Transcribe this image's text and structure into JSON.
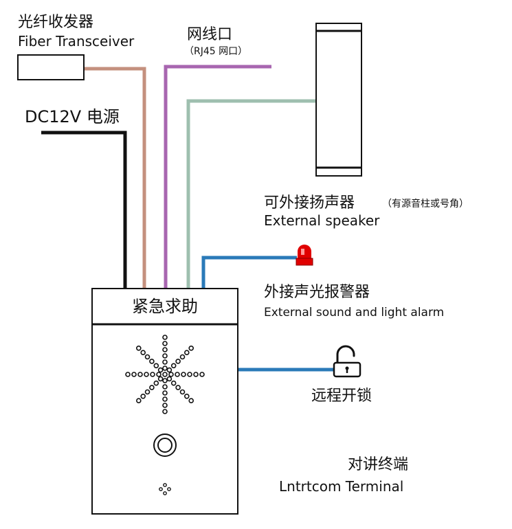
{
  "fiber": {
    "zh": "光纤收发器",
    "en": "Fiber Transceiver"
  },
  "network": {
    "zh": "网线口",
    "note": "（RJ45 网口）"
  },
  "power": {
    "label": "DC12V 电源"
  },
  "speaker": {
    "zh": "可外接扬声器",
    "note": "（有源音柱或号角）",
    "en": "External speaker"
  },
  "alarm": {
    "zh": "外接声光报警器",
    "en": "External sound and light alarm"
  },
  "unlock": {
    "zh": "远程开锁"
  },
  "terminal": {
    "title": "紧急求助",
    "zh": "对讲终端",
    "en": "Lntrtcom Terminal"
  },
  "colors": {
    "power_wire": "#111111",
    "fiber_wire": "#c4907e",
    "network_wire": "#a866b0",
    "speaker_wire": "#9ebfaf",
    "alarm_wire": "#2a7ab8",
    "lock_wire": "#2a7ab8",
    "alarm_light": "#e00000"
  },
  "icons": [
    "speaker-column-icon",
    "alarm-light-icon",
    "padlock-icon",
    "call-button-icon"
  ]
}
